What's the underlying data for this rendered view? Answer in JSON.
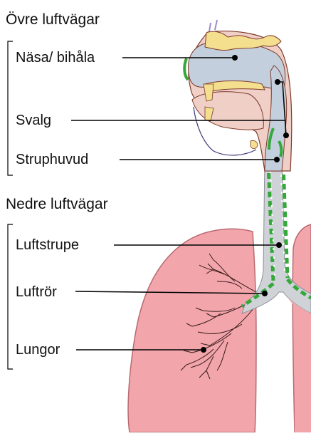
{
  "sections": {
    "upper": "Övre luftvägar",
    "lower": "Nedre luftvägar"
  },
  "labels": {
    "nose": "Näsa/ bihåla",
    "pharynx": "Svalg",
    "larynx": "Struphuvud",
    "trachea": "Luftstrupe",
    "bronchi": "Luftrör",
    "lungs": "Lungor"
  },
  "colors": {
    "lung": "#f2a6ac",
    "lung_dark": "#e58f96",
    "airway_blue": "#c3cfdc",
    "bone_yellow": "#f3df8e",
    "mucosa_green": "#35a83a",
    "tissue_pink": "#efcfc6",
    "trachea_grey": "#cfd3d8",
    "outline": "#7d3a2c",
    "leader": "#000000"
  }
}
